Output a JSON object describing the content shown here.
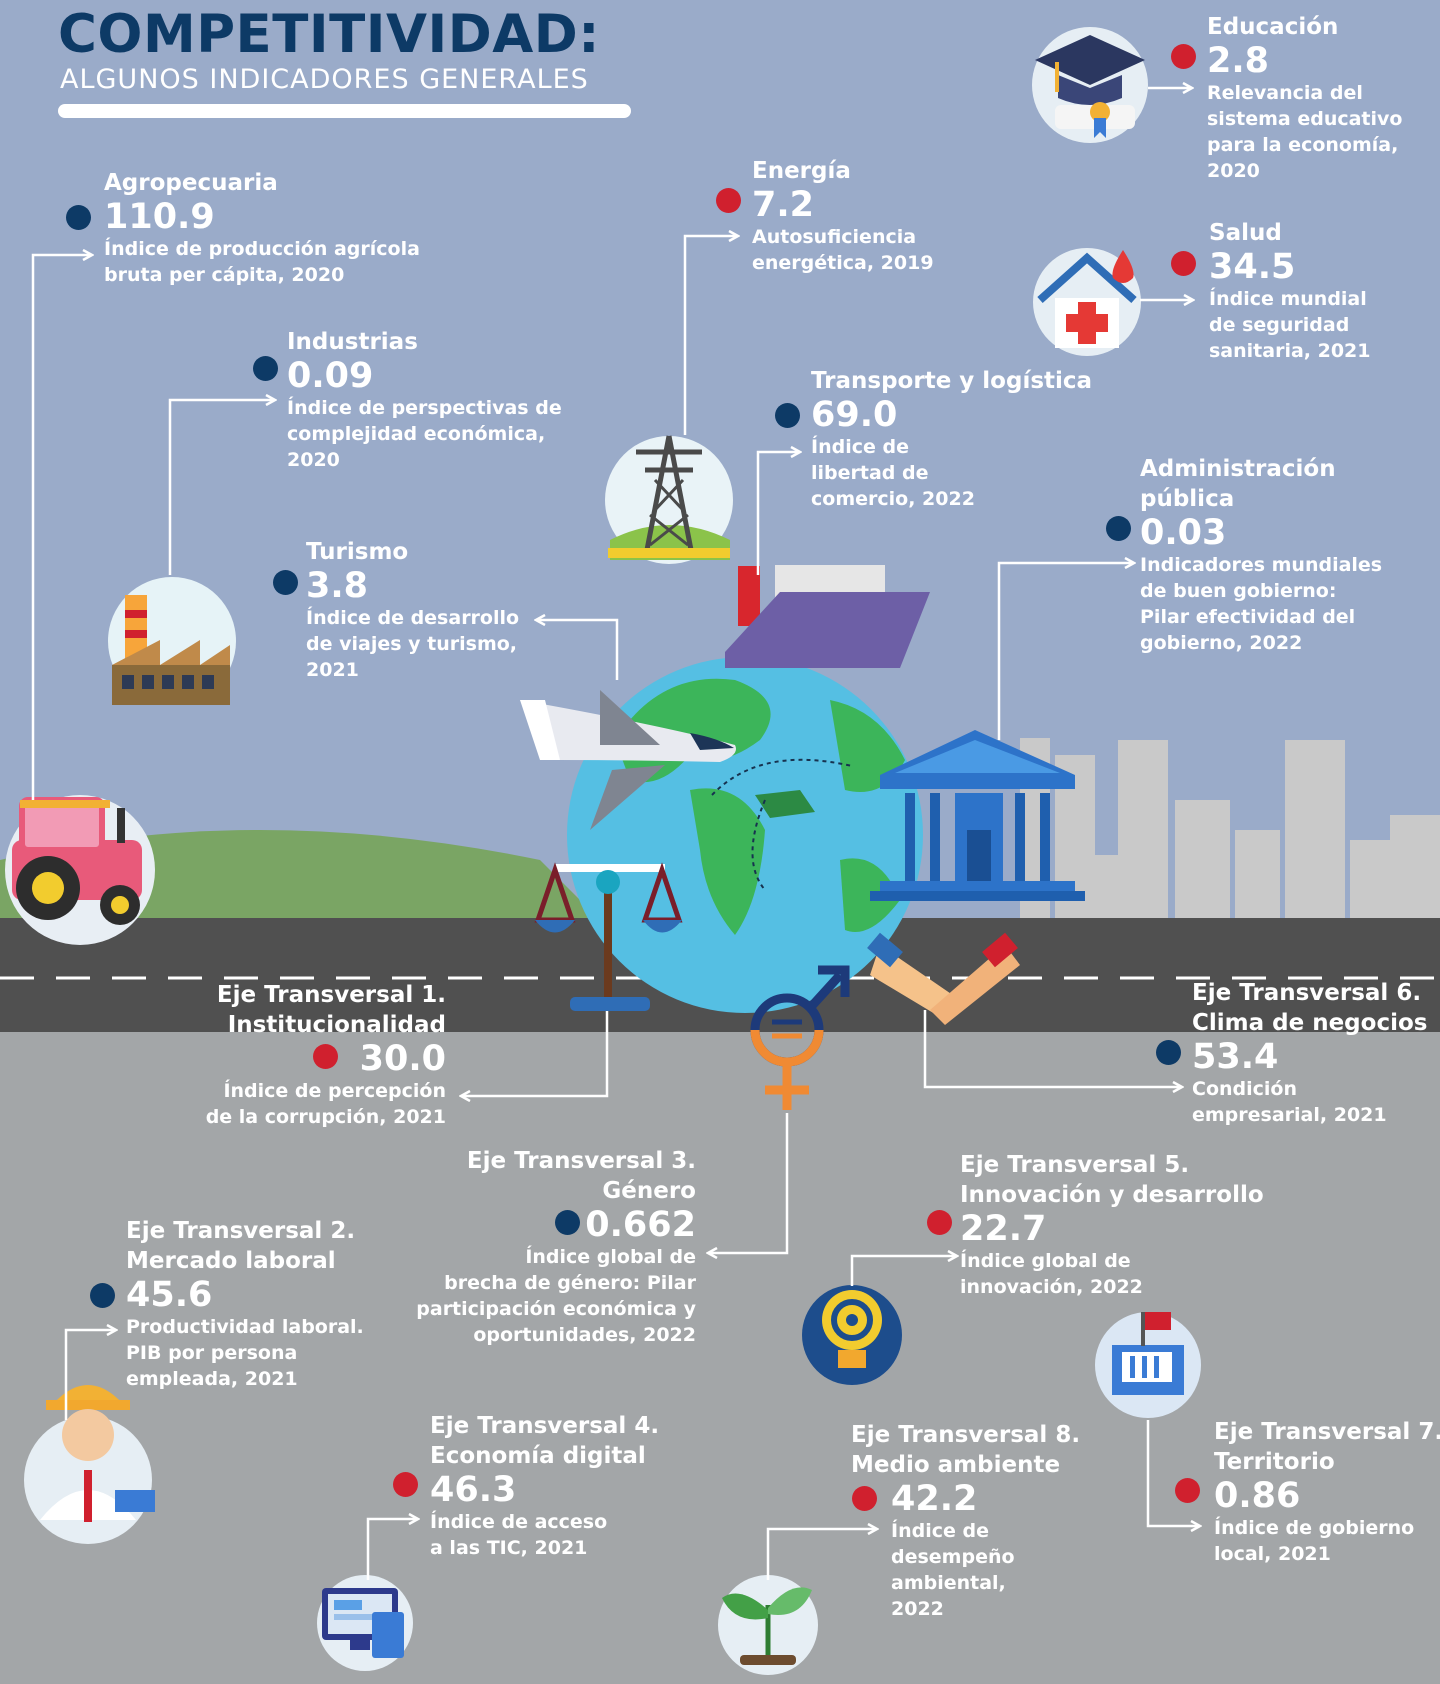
{
  "header": {
    "title": "COMPETITIVIDAD:",
    "subtitle": "ALGUNOS INDICADORES GENERALES"
  },
  "colors": {
    "sky": "#9aabc9",
    "ground": "#a3a6a8",
    "road": "#505050",
    "title": "#0d3a66",
    "dot_red": "#d0202e",
    "dot_navy": "#0d3a66",
    "text": "#ffffff"
  },
  "indicators": {
    "agropecuaria": {
      "label": "Agropecuaria",
      "value": "110.9",
      "desc": [
        "Índice de producción agrícola",
        "bruta per cápita, 2020"
      ],
      "dot": "navy",
      "icon": "tractor-icon"
    },
    "industrias": {
      "label": "Industrias",
      "value": "0.09",
      "desc": [
        "Índice de perspectivas de",
        "complejidad económica,",
        "2020"
      ],
      "dot": "navy",
      "icon": "factory-icon"
    },
    "turismo": {
      "label": "Turismo",
      "value": "3.8",
      "desc": [
        "Índice de desarrollo",
        "de viajes y turismo,",
        "2021"
      ],
      "dot": "navy",
      "icon": "airplane-icon"
    },
    "energia": {
      "label": "Energía",
      "value": "7.2",
      "desc": [
        "Autosuficiencia",
        "energética, 2019"
      ],
      "dot": "red",
      "icon": "power-tower-icon"
    },
    "transporte": {
      "label": "Transporte y logística",
      "value": "69.0",
      "desc": [
        "Índice de",
        "libertad de",
        "comercio, 2022"
      ],
      "dot": "navy",
      "icon": "cargo-ship-icon"
    },
    "educacion": {
      "label": "Educación",
      "value": "2.8",
      "desc": [
        "Relevancia del",
        "sistema educativo",
        "para la economía,",
        "2020"
      ],
      "dot": "red",
      "icon": "graduation-cap-icon"
    },
    "salud": {
      "label": "Salud",
      "value": "34.5",
      "desc": [
        "Índice mundial",
        "de seguridad",
        "sanitaria, 2021"
      ],
      "dot": "red",
      "icon": "hospital-icon"
    },
    "administracion": {
      "label": [
        "Administración",
        "pública"
      ],
      "value": "0.03",
      "desc": [
        "Indicadores mundiales",
        "de buen gobierno:",
        "Pilar efectividad del",
        "gobierno, 2022"
      ],
      "dot": "navy",
      "icon": "government-building-icon"
    },
    "eje1": {
      "label": [
        "Eje Transversal 1.",
        "Institucionalidad"
      ],
      "value": "30.0",
      "desc": [
        "Índice de percepción",
        "de la corrupción, 2021"
      ],
      "dot": "red",
      "icon": "scales-icon"
    },
    "eje6": {
      "label": [
        "Eje Transversal 6.",
        "Clima de negocios"
      ],
      "value": "53.4",
      "desc": [
        "Condición",
        "empresarial, 2021"
      ],
      "dot": "navy",
      "icon": "handshake-icon"
    },
    "eje3": {
      "label": [
        "Eje Transversal 3.",
        "Género"
      ],
      "value": "0.662",
      "desc": [
        "Índice global de",
        "brecha de género: Pilar",
        "participación económica y",
        "oportunidades, 2022"
      ],
      "dot": "navy",
      "icon": "gender-icon"
    },
    "eje5": {
      "label": [
        "Eje Transversal 5.",
        "Innovación y desarrollo"
      ],
      "value": "22.7",
      "desc": [
        "Índice global de",
        "innovación, 2022"
      ],
      "dot": "red",
      "icon": "lightbulb-gear-icon"
    },
    "eje2": {
      "label": [
        "Eje Transversal 2.",
        "Mercado laboral"
      ],
      "value": "45.6",
      "desc": [
        "Productividad laboral.",
        "PIB por persona",
        "empleada, 2021"
      ],
      "dot": "navy",
      "icon": "worker-icon"
    },
    "eje4": {
      "label": [
        "Eje Transversal 4.",
        "Economía digital"
      ],
      "value": "46.3",
      "desc": [
        "Índice de acceso",
        "a las TIC, 2021"
      ],
      "dot": "red",
      "icon": "computer-icon"
    },
    "eje8": {
      "label": [
        "Eje Transversal 8.",
        "Medio ambiente"
      ],
      "value": "42.2",
      "desc": [
        "Índice de",
        "desempeño",
        "ambiental,",
        "2022"
      ],
      "dot": "red",
      "icon": "plant-icon"
    },
    "eje7": {
      "label": [
        "Eje Transversal 7.",
        "Territorio"
      ],
      "value": "0.86",
      "desc": [
        "Índice de gobierno",
        "local, 2021"
      ],
      "dot": "red",
      "icon": "city-hall-icon"
    }
  }
}
